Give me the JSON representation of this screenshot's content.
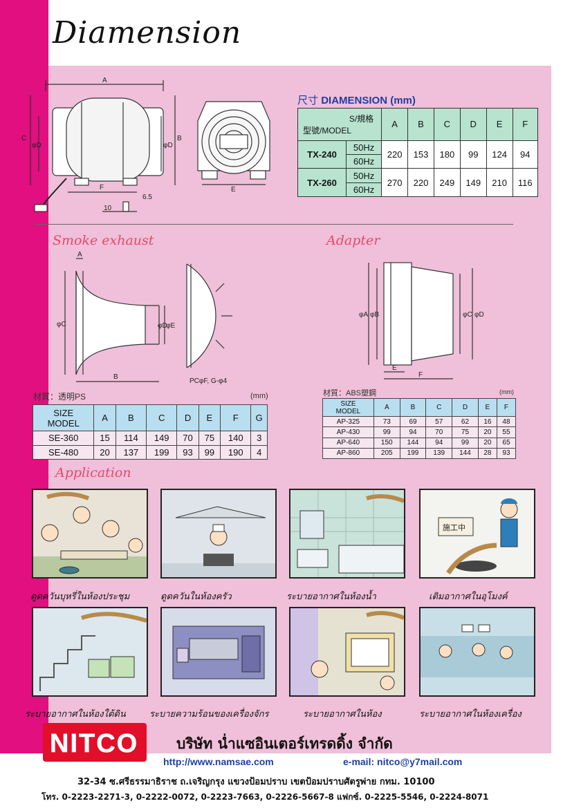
{
  "page": {
    "title": "Diamension",
    "sections": {
      "smoke": "Smoke exhaust",
      "adapter": "Adapter",
      "application": "Application"
    }
  },
  "dimension_table": {
    "title_cn": "尺寸",
    "title_en": "DIAMENSION (mm)",
    "header_size": "S/規格",
    "header_model": "型號/MODEL",
    "columns": [
      "A",
      "B",
      "C",
      "D",
      "E",
      "F"
    ],
    "rows": [
      {
        "model": "TX-240",
        "hz1": "50Hz",
        "hz2": "60Hz",
        "values": [
          "220",
          "153",
          "180",
          "99",
          "124",
          "94"
        ]
      },
      {
        "model": "TX-260",
        "hz1": "50Hz",
        "hz2": "60Hz",
        "values": [
          "270",
          "220",
          "249",
          "149",
          "210",
          "116"
        ]
      }
    ]
  },
  "drawing_labels": {
    "a": "A",
    "b": "B",
    "c": "C",
    "d": "φD",
    "e": "E",
    "f": "F",
    "b2": "φ B",
    "g1": "6.5",
    "g2": "10",
    "smoke_pc": "PCφF, G-φ4",
    "smoke_a": "A",
    "smoke_b": "B",
    "smoke_c": "φC",
    "smoke_d": "φD",
    "smoke_e": "φE",
    "ad_a": "φA",
    "ad_b": "φB",
    "ad_c": "φC",
    "ad_d": "φD",
    "ad_e": "E",
    "ad_f": "F"
  },
  "smoke_table": {
    "material": "材質：透明PS",
    "unit": "(mm)",
    "header_l1": "SIZE",
    "header_l2": "MODEL",
    "columns": [
      "A",
      "B",
      "C",
      "D",
      "E",
      "F",
      "G"
    ],
    "rows": [
      {
        "model": "SE-360",
        "values": [
          "15",
          "114",
          "149",
          "70",
          "75",
          "140",
          "3"
        ]
      },
      {
        "model": "SE-480",
        "values": [
          "20",
          "137",
          "199",
          "93",
          "99",
          "190",
          "4"
        ]
      }
    ]
  },
  "adapter_table": {
    "material": "材質：ABS塑鋼",
    "unit": "(mm)",
    "header_l1": "SIZE",
    "header_l2": "MODEL",
    "columns": [
      "A",
      "B",
      "C",
      "D",
      "E",
      "F"
    ],
    "rows": [
      {
        "model": "AP-325",
        "values": [
          "73",
          "69",
          "57",
          "62",
          "16",
          "48"
        ]
      },
      {
        "model": "AP-430",
        "values": [
          "99",
          "94",
          "70",
          "75",
          "20",
          "55"
        ]
      },
      {
        "model": "AP-640",
        "values": [
          "150",
          "144",
          "94",
          "99",
          "20",
          "65"
        ]
      },
      {
        "model": "AP-860",
        "values": [
          "205",
          "199",
          "139",
          "144",
          "28",
          "93"
        ]
      }
    ]
  },
  "applications": [
    {
      "caption": "ดูดควันบุหรี่ในห้องประชุม"
    },
    {
      "caption": "ดูดควันในห้องครัว"
    },
    {
      "caption": "ระบายอากาศในห้องน้ำ"
    },
    {
      "caption": "เติมอากาศในอุโมงค์"
    },
    {
      "caption": "ระบายอากาศในห้องใต้ดิน"
    },
    {
      "caption": "ระบายความร้อนของเครื่องจักร"
    },
    {
      "caption": "ระบายอากาศในห้อง"
    },
    {
      "caption": "ระบายอากาศในห้องเครื่อง"
    }
  ],
  "sign_text": "施工中",
  "footer": {
    "logo": "NITCO",
    "company": "บริษัท น่ำแซอินเตอร์เทรดดิ้ง จำกัด",
    "web": "http://www.namsae.com",
    "email": "e-mail: nitco@y7mail.com",
    "address": "32-34 ซ.ศรีธรรมาธิราช ถ.เจริญกรุง แขวงป้อมปราบ เขตป้อมปราบศัตรูพ่าย กทม. 10100",
    "tel": "โทร. 0-2223-2271-3, 0-2222-0072, 0-2223-7663, 0-2226-5667-8 แฟกซ์. 0-2225-5546, 0-2224-8071"
  },
  "colors": {
    "magenta": "#e10f7f",
    "pink": "#f0bfd9",
    "table_green": "#b7e3cf",
    "table_blue": "#b9def0",
    "accent_blue": "#1f3ea3",
    "logo_red": "#e10f2a"
  }
}
